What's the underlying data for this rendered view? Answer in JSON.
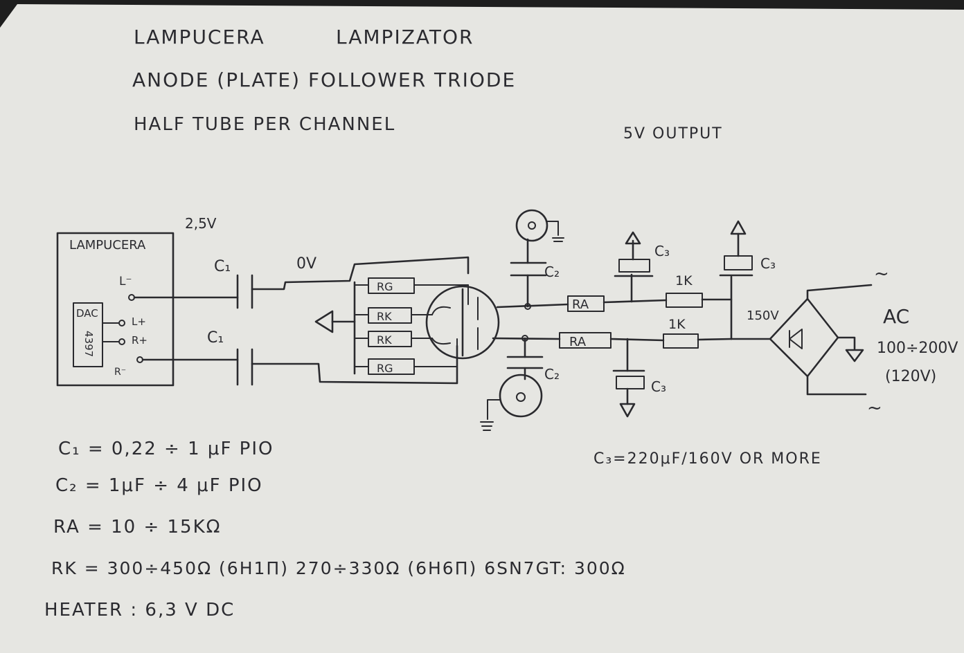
{
  "colors": {
    "paper": "#e6e6e2",
    "ink": "#2b2b30",
    "background": "#1e1e1e"
  },
  "heading": {
    "line1_a": "LAMPUCERA",
    "line1_b": "LAMPIZATOR",
    "line2": "ANODE (PLATE) FOLLOWER TRIODE",
    "line3": "HALF TUBE PER CHANNEL",
    "line3_output": "5V OUTPUT"
  },
  "schematic": {
    "source_box_label": "LAMPUCERA",
    "dac_label": "DAC",
    "chip_label": "4397",
    "pin_l_minus": "L⁻",
    "pin_l_plus": "L+",
    "pin_r_plus": "R+",
    "pin_r_minus": "R⁻",
    "voltage_in": "2,5V",
    "voltage_ov": "0V",
    "c1_top": "C₁",
    "c1_bottom": "C₁",
    "rg_top": "RG",
    "rk_top": "RK",
    "rk_bottom": "RK",
    "rg_bottom": "RG",
    "c2_top": "C₂",
    "c2_bottom": "C₂",
    "ra_top": "RA",
    "ra_bottom": "RA",
    "r_1k_top": "1K",
    "r_1k_bottom": "1K",
    "c3_top_left": "C₃",
    "c3_top_right": "C₃",
    "c3_bottom": "C₃",
    "hv": "150V",
    "ac_label": "AC",
    "ac_range": "100÷200V",
    "ac_nominal": "(120V)",
    "ac_tilde": "~"
  },
  "notes": {
    "c1": "C₁ = 0,22 ÷ 1 μF PIO",
    "c2": "C₂ = 1μF ÷ 4 μF PIO",
    "ra": "RA = 10 ÷ 15KΩ",
    "rk": "RK = 300÷450Ω (6H1Π) 270÷330Ω (6H6Π) 6SN7GT: 300Ω",
    "heater": "HEATER : 6,3 V DC",
    "c3": "C₃=220μF/160V OR MORE"
  }
}
